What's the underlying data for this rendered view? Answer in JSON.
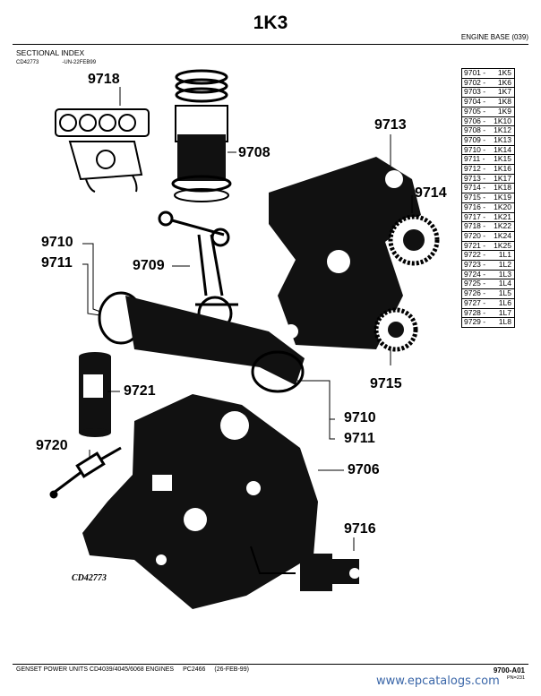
{
  "header": {
    "title": "1K3",
    "section": "ENGINE BASE (039)",
    "sectional_index": "SECTIONAL INDEX",
    "ref_code": "CD42773",
    "ref_date": "-UN-22FEB99"
  },
  "index": [
    {
      "code": "9701 -",
      "ref": "1K5"
    },
    {
      "code": "9702 -",
      "ref": "1K6"
    },
    {
      "code": "9703 -",
      "ref": "1K7"
    },
    {
      "code": "9704 -",
      "ref": "1K8"
    },
    {
      "code": "9705 -",
      "ref": "1K9"
    },
    {
      "code": "9706 -",
      "ref": "1K10"
    },
    {
      "code": "9708 -",
      "ref": "1K12"
    },
    {
      "code": "9709 -",
      "ref": "1K13"
    },
    {
      "code": "9710 -",
      "ref": "1K14"
    },
    {
      "code": "9711 -",
      "ref": "1K15"
    },
    {
      "code": "9712 -",
      "ref": "1K16"
    },
    {
      "code": "9713 -",
      "ref": "1K17"
    },
    {
      "code": "9714 -",
      "ref": "1K18"
    },
    {
      "code": "9715 -",
      "ref": "1K19"
    },
    {
      "code": "9716 -",
      "ref": "1K20"
    },
    {
      "code": "9717 -",
      "ref": "1K21"
    },
    {
      "code": "9718 -",
      "ref": "1K22"
    },
    {
      "code": "9720 -",
      "ref": "1K24"
    },
    {
      "code": "9721 -",
      "ref": "1K25"
    },
    {
      "code": "9722 -",
      "ref": "1L1"
    },
    {
      "code": "9723 -",
      "ref": "1L2"
    },
    {
      "code": "9724 -",
      "ref": "1L3"
    },
    {
      "code": "9725 -",
      "ref": "1L4"
    },
    {
      "code": "9726 -",
      "ref": "1L5"
    },
    {
      "code": "9727 -",
      "ref": "1L6"
    },
    {
      "code": "9728 -",
      "ref": "1L7"
    },
    {
      "code": "9729 -",
      "ref": "1L8"
    }
  ],
  "callouts": {
    "c9718": "9718",
    "c9708": "9708",
    "c9713": "9713",
    "c9714": "9714",
    "c9710a": "9710",
    "c9711a": "9711",
    "c9709": "9709",
    "c9721": "9721",
    "c9715": "9715",
    "c9710b": "9710",
    "c9711b": "9711",
    "c9720": "9720",
    "c9706": "9706",
    "c9716": "9716"
  },
  "figure_code": "CD42773",
  "footer": {
    "product": "GENSET POWER UNITS CD4039/4045/6068 ENGINES",
    "pc": "PC2466",
    "date": "(26-FEB-99)",
    "page": "9700-A01",
    "pn": "PN=231",
    "watermark": "www.epcatalogs.com"
  }
}
